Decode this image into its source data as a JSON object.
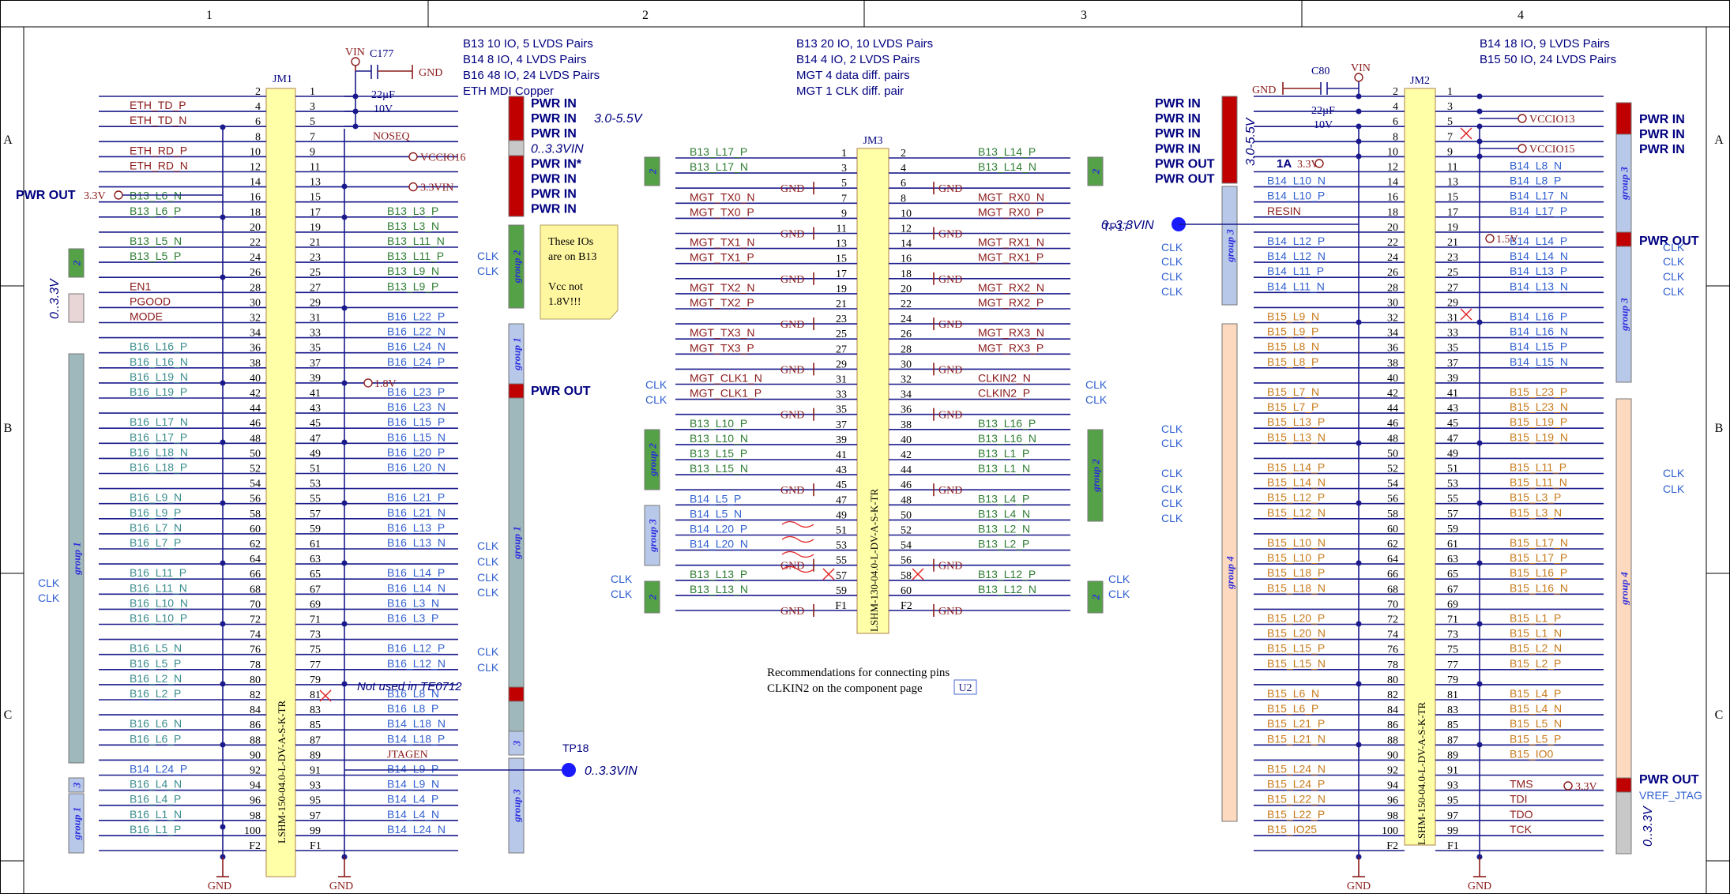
{
  "frame": {
    "columns": [
      "1",
      "2",
      "3",
      "4"
    ],
    "rows": [
      "A",
      "B",
      "C"
    ]
  },
  "colors": {
    "wire": "#1a1a8c",
    "pinNum": "#000000",
    "netRed": "#8b1a1a",
    "netBlue": "#2f5fd0",
    "netTeal": "#3a8c8c",
    "netGreen": "#2e7d32",
    "netOrange": "#c87a1a",
    "power": "#000080",
    "connFill": "#ffffa8",
    "connStroke": "#b0824a",
    "groupGreen": "#55a147",
    "groupBlue": "#b8c8e8",
    "groupGray": "#9fb8bc",
    "groupPeach": "#fcd9bf",
    "groupPink": "#e8d5d5",
    "pwrRed": "#c00000",
    "pwrGray": "#c8c8c8"
  },
  "notes": {
    "jm1_info": [
      "B13 10 IO, 5 LVDS Pairs",
      "B14 8 IO, 4 LVDS Pairs",
      "B16 48 IO, 24 LVDS Pairs",
      "ETH MDI Copper"
    ],
    "jm3_info": [
      "B13 20 IO, 10 LVDS Pairs",
      "B14 4 IO, 2 LVDS Pairs",
      "MGT 4 data diff. pairs",
      "MGT 1 CLK diff. pair"
    ],
    "jm2_info": [
      "B14 18 IO, 9 LVDS Pairs",
      "B15 50 IO, 24 LVDS Pairs"
    ],
    "sticky": [
      "These IOs",
      "are on B13",
      "",
      "Vcc not",
      "1.8V!!!"
    ],
    "recommend": [
      "Recommendations for connecting pins",
      "CLKIN2 on the component page"
    ],
    "recommend_ref": "U2",
    "not_used": "Not used in TE0712",
    "tp17": "TP17",
    "tp18": "TP18"
  },
  "jm1": {
    "ref": "JM1",
    "part": "LSHM-150-04.0-L-DV-A-S-K-TR",
    "rows": [
      {
        "l": "",
        "e": "2",
        "o": "1",
        "r": ""
      },
      {
        "l": "ETH_TD_P",
        "e": "4",
        "o": "3",
        "r": ""
      },
      {
        "l": "ETH_TD_N",
        "e": "6",
        "o": "5",
        "r": ""
      },
      {
        "l": "",
        "e": "8",
        "o": "7",
        "r": "NOSEQ"
      },
      {
        "l": "ETH_RD_P",
        "e": "10",
        "o": "9",
        "r": "VCCIO16"
      },
      {
        "l": "ETH_RD_N",
        "e": "12",
        "o": "11",
        "r": ""
      },
      {
        "l": "",
        "e": "14",
        "o": "13",
        "r": "3.3VIN"
      },
      {
        "l": "B13_L6_N",
        "e": "16",
        "o": "15",
        "r": ""
      },
      {
        "l": "B13_L6_P",
        "e": "18",
        "o": "17",
        "r": "B13_L3_P"
      },
      {
        "l": "",
        "e": "20",
        "o": "19",
        "r": "B13_L3_N"
      },
      {
        "l": "B13_L5_N",
        "e": "22",
        "o": "21",
        "r": "B13_L11_N"
      },
      {
        "l": "B13_L5_P",
        "e": "24",
        "o": "23",
        "r": "B13_L11_P"
      },
      {
        "l": "",
        "e": "26",
        "o": "25",
        "r": "B13_L9_N"
      },
      {
        "l": "EN1",
        "e": "28",
        "o": "27",
        "r": "B13_L9_P"
      },
      {
        "l": "PGOOD",
        "e": "30",
        "o": "29",
        "r": ""
      },
      {
        "l": "MODE",
        "e": "32",
        "o": "31",
        "r": "B16_L22_P"
      },
      {
        "l": "",
        "e": "34",
        "o": "33",
        "r": "B16_L22_N"
      },
      {
        "l": "B16_L16_P",
        "e": "36",
        "o": "35",
        "r": "B16_L24_N"
      },
      {
        "l": "B16_L16_N",
        "e": "38",
        "o": "37",
        "r": "B16_L24_P"
      },
      {
        "l": "B16_L19_N",
        "e": "40",
        "o": "39",
        "r": "1.8V"
      },
      {
        "l": "B16_L19_P",
        "e": "42",
        "o": "41",
        "r": "B16_L23_P"
      },
      {
        "l": "",
        "e": "44",
        "o": "43",
        "r": "B16_L23_N"
      },
      {
        "l": "B16_L17_N",
        "e": "46",
        "o": "45",
        "r": "B16_L15_P"
      },
      {
        "l": "B16_L17_P",
        "e": "48",
        "o": "47",
        "r": "B16_L15_N"
      },
      {
        "l": "B16_L18_N",
        "e": "50",
        "o": "49",
        "r": "B16_L20_P"
      },
      {
        "l": "B16_L18_P",
        "e": "52",
        "o": "51",
        "r": "B16_L20_N"
      },
      {
        "l": "",
        "e": "54",
        "o": "53",
        "r": ""
      },
      {
        "l": "B16_L9_N",
        "e": "56",
        "o": "55",
        "r": "B16_L21_P"
      },
      {
        "l": "B16_L9_P",
        "e": "58",
        "o": "57",
        "r": "B16_L21_N"
      },
      {
        "l": "B16_L7_N",
        "e": "60",
        "o": "59",
        "r": "B16_L13_P"
      },
      {
        "l": "B16_L7_P",
        "e": "62",
        "o": "61",
        "r": "B16_L13_N"
      },
      {
        "l": "",
        "e": "64",
        "o": "63",
        "r": ""
      },
      {
        "l": "B16_L11_P",
        "e": "66",
        "o": "65",
        "r": "B16_L14_P"
      },
      {
        "l": "B16_L11_N",
        "e": "68",
        "o": "67",
        "r": "B16_L14_N"
      },
      {
        "l": "B16_L10_N",
        "e": "70",
        "o": "69",
        "r": "B16_L3_N"
      },
      {
        "l": "B16_L10_P",
        "e": "72",
        "o": "71",
        "r": "B16_L3_P"
      },
      {
        "l": "",
        "e": "74",
        "o": "73",
        "r": ""
      },
      {
        "l": "B16_L5_N",
        "e": "76",
        "o": "75",
        "r": "B16_L12_P"
      },
      {
        "l": "B16_L5_P",
        "e": "78",
        "o": "77",
        "r": "B16_L12_N"
      },
      {
        "l": "B16_L2_N",
        "e": "80",
        "o": "79",
        "r": ""
      },
      {
        "l": "B16_L2_P",
        "e": "82",
        "o": "81",
        "r": "B16_L8_N"
      },
      {
        "l": "",
        "e": "84",
        "o": "83",
        "r": "B16_L8_P"
      },
      {
        "l": "B16_L6_N",
        "e": "86",
        "o": "85",
        "r": "B14_L18_N"
      },
      {
        "l": "B16_L6_P",
        "e": "88",
        "o": "87",
        "r": "B14_L18_P"
      },
      {
        "l": "",
        "e": "90",
        "o": "89",
        "r": "JTAGEN"
      },
      {
        "l": "B14_L24_P",
        "e": "92",
        "o": "91",
        "r": "B14_L9_P"
      },
      {
        "l": "B16_L4_N",
        "e": "94",
        "o": "93",
        "r": "B14_L9_N"
      },
      {
        "l": "B16_L4_P",
        "e": "96",
        "o": "95",
        "r": "B14_L4_P"
      },
      {
        "l": "B16_L1_N",
        "e": "98",
        "o": "97",
        "r": "B14_L4_N"
      },
      {
        "l": "B16_L1_P",
        "e": "100",
        "o": "99",
        "r": "B14_L24_N"
      },
      {
        "l": "",
        "e": "F2",
        "o": "F1",
        "r": ""
      }
    ]
  },
  "jm3": {
    "ref": "JM3",
    "part": "LSHM-130-04.0-L-DV-A-S-K-TR",
    "rows": [
      {
        "l": "B13_L17_P",
        "a": "1",
        "b": "2",
        "r": "B13_L14_P"
      },
      {
        "l": "B13_L17_N",
        "a": "3",
        "b": "4",
        "r": "B13_L14_N"
      },
      {
        "l": "",
        "a": "5",
        "b": "6",
        "r": ""
      },
      {
        "l": "MGT_TX0_N",
        "a": "7",
        "b": "8",
        "r": "MGT_RX0_N"
      },
      {
        "l": "MGT_TX0_P",
        "a": "9",
        "b": "10",
        "r": "MGT_RX0_P"
      },
      {
        "l": "",
        "a": "11",
        "b": "12",
        "r": ""
      },
      {
        "l": "MGT_TX1_N",
        "a": "13",
        "b": "14",
        "r": "MGT_RX1_N"
      },
      {
        "l": "MGT_TX1_P",
        "a": "15",
        "b": "16",
        "r": "MGT_RX1_P"
      },
      {
        "l": "",
        "a": "17",
        "b": "18",
        "r": ""
      },
      {
        "l": "MGT_TX2_N",
        "a": "19",
        "b": "20",
        "r": "MGT_RX2_N"
      },
      {
        "l": "MGT_TX2_P",
        "a": "21",
        "b": "22",
        "r": "MGT_RX2_P"
      },
      {
        "l": "",
        "a": "23",
        "b": "24",
        "r": ""
      },
      {
        "l": "MGT_TX3_N",
        "a": "25",
        "b": "26",
        "r": "MGT_RX3_N"
      },
      {
        "l": "MGT_TX3_P",
        "a": "27",
        "b": "28",
        "r": "MGT_RX3_P"
      },
      {
        "l": "",
        "a": "29",
        "b": "30",
        "r": ""
      },
      {
        "l": "MGT_CLK1_N",
        "a": "31",
        "b": "32",
        "r": "CLKIN2_N"
      },
      {
        "l": "MGT_CLK1_P",
        "a": "33",
        "b": "34",
        "r": "CLKIN2_P"
      },
      {
        "l": "",
        "a": "35",
        "b": "36",
        "r": ""
      },
      {
        "l": "B13_L10_P",
        "a": "37",
        "b": "38",
        "r": "B13_L16_P"
      },
      {
        "l": "B13_L10_N",
        "a": "39",
        "b": "40",
        "r": "B13_L16_N"
      },
      {
        "l": "B13_L15_P",
        "a": "41",
        "b": "42",
        "r": "B13_L1_P"
      },
      {
        "l": "B13_L15_N",
        "a": "43",
        "b": "44",
        "r": "B13_L1_N"
      },
      {
        "l": "",
        "a": "45",
        "b": "46",
        "r": ""
      },
      {
        "l": "B14_L5_P",
        "a": "47",
        "b": "48",
        "r": "B13_L4_P"
      },
      {
        "l": "B14_L5_N",
        "a": "49",
        "b": "50",
        "r": "B13_L4_N"
      },
      {
        "l": "B14_L20_P",
        "a": "51",
        "b": "52",
        "r": "B13_L2_N"
      },
      {
        "l": "B14_L20_N",
        "a": "53",
        "b": "54",
        "r": "B13_L2_P"
      },
      {
        "l": "",
        "a": "55",
        "b": "56",
        "r": ""
      },
      {
        "l": "B13_L13_P",
        "a": "57",
        "b": "58",
        "r": "B13_L12_P"
      },
      {
        "l": "B13_L13_N",
        "a": "59",
        "b": "60",
        "r": "B13_L12_N"
      },
      {
        "l": "",
        "a": "F1",
        "b": "F2",
        "r": ""
      }
    ]
  },
  "jm2": {
    "ref": "JM2",
    "part": "LSHM-150-04.0-L-DV-A-S-K-TR",
    "rows": [
      {
        "l": "",
        "e": "2",
        "o": "1",
        "r": ""
      },
      {
        "l": "",
        "e": "4",
        "o": "3",
        "r": "VCCIO13"
      },
      {
        "l": "",
        "e": "6",
        "o": "5",
        "r": ""
      },
      {
        "l": "",
        "e": "8",
        "o": "7",
        "r": "VCCIO15"
      },
      {
        "l": "3.3V",
        "e": "10",
        "o": "9",
        "r": ""
      },
      {
        "l": "",
        "e": "12",
        "o": "11",
        "r": "B14_L8_N"
      },
      {
        "l": "B14_L10_N",
        "e": "14",
        "o": "13",
        "r": "B14_L8_P"
      },
      {
        "l": "B14_L10_P",
        "e": "16",
        "o": "15",
        "r": "B14_L17_N"
      },
      {
        "l": "RESIN",
        "e": "18",
        "o": "17",
        "r": "B14_L17_P"
      },
      {
        "l": "",
        "e": "20",
        "o": "19",
        "r": "1.5V"
      },
      {
        "l": "B14_L12_P",
        "e": "22",
        "o": "21",
        "r": "B14_L14_P"
      },
      {
        "l": "B14_L12_N",
        "e": "24",
        "o": "23",
        "r": "B14_L14_N"
      },
      {
        "l": "B14_L11_P",
        "e": "26",
        "o": "25",
        "r": "B14_L13_P"
      },
      {
        "l": "B14_L11_N",
        "e": "28",
        "o": "27",
        "r": "B14_L13_N"
      },
      {
        "l": "",
        "e": "30",
        "o": "29",
        "r": ""
      },
      {
        "l": "B15_L9_N",
        "e": "32",
        "o": "31",
        "r": "B14_L16_P"
      },
      {
        "l": "B15_L9_P",
        "e": "34",
        "o": "33",
        "r": "B14_L16_N"
      },
      {
        "l": "B15_L8_N",
        "e": "36",
        "o": "35",
        "r": "B14_L15_P"
      },
      {
        "l": "B15_L8_P",
        "e": "38",
        "o": "37",
        "r": "B14_L15_N"
      },
      {
        "l": "",
        "e": "40",
        "o": "39",
        "r": ""
      },
      {
        "l": "B15_L7_N",
        "e": "42",
        "o": "41",
        "r": "B15_L23_P"
      },
      {
        "l": "B15_L7_P",
        "e": "44",
        "o": "43",
        "r": "B15_L23_N"
      },
      {
        "l": "B15_L13_P",
        "e": "46",
        "o": "45",
        "r": "B15_L19_P"
      },
      {
        "l": "B15_L13_N",
        "e": "48",
        "o": "47",
        "r": "B15_L19_N"
      },
      {
        "l": "",
        "e": "50",
        "o": "49",
        "r": ""
      },
      {
        "l": "B15_L14_P",
        "e": "52",
        "o": "51",
        "r": "B15_L11_P"
      },
      {
        "l": "B15_L14_N",
        "e": "54",
        "o": "53",
        "r": "B15_L11_N"
      },
      {
        "l": "B15_L12_P",
        "e": "56",
        "o": "55",
        "r": "B15_L3_P"
      },
      {
        "l": "B15_L12_N",
        "e": "58",
        "o": "57",
        "r": "B15_L3_N"
      },
      {
        "l": "",
        "e": "60",
        "o": "59",
        "r": ""
      },
      {
        "l": "B15_L10_N",
        "e": "62",
        "o": "61",
        "r": "B15_L17_N"
      },
      {
        "l": "B15_L10_P",
        "e": "64",
        "o": "63",
        "r": "B15_L17_P"
      },
      {
        "l": "B15_L18_P",
        "e": "66",
        "o": "65",
        "r": "B15_L16_P"
      },
      {
        "l": "B15_L18_N",
        "e": "68",
        "o": "67",
        "r": "B15_L16_N"
      },
      {
        "l": "",
        "e": "70",
        "o": "69",
        "r": ""
      },
      {
        "l": "B15_L20_P",
        "e": "72",
        "o": "71",
        "r": "B15_L1_P"
      },
      {
        "l": "B15_L20_N",
        "e": "74",
        "o": "73",
        "r": "B15_L1_N"
      },
      {
        "l": "B15_L15_P",
        "e": "76",
        "o": "75",
        "r": "B15_L2_N"
      },
      {
        "l": "B15_L15_N",
        "e": "78",
        "o": "77",
        "r": "B15_L2_P"
      },
      {
        "l": "",
        "e": "80",
        "o": "79",
        "r": ""
      },
      {
        "l": "B15_L6_N",
        "e": "82",
        "o": "81",
        "r": "B15_L4_P"
      },
      {
        "l": "B15_L6_P",
        "e": "84",
        "o": "83",
        "r": "B15_L4_N"
      },
      {
        "l": "B15_L21_P",
        "e": "86",
        "o": "85",
        "r": "B15_L5_N"
      },
      {
        "l": "B15_L21_N",
        "e": "88",
        "o": "87",
        "r": "B15_L5_P"
      },
      {
        "l": "",
        "e": "90",
        "o": "89",
        "r": "B15_IO0"
      },
      {
        "l": "B15_L24_N",
        "e": "92",
        "o": "91",
        "r": "3.3V"
      },
      {
        "l": "B15_L24_P",
        "e": "94",
        "o": "93",
        "r": "TMS"
      },
      {
        "l": "B15_L22_N",
        "e": "96",
        "o": "95",
        "r": "TDI"
      },
      {
        "l": "B15_L22_P",
        "e": "98",
        "o": "97",
        "r": "TDO"
      },
      {
        "l": "B15_IO25",
        "e": "100",
        "o": "99",
        "r": "TCK"
      },
      {
        "l": "",
        "e": "F2",
        "o": "F1",
        "r": ""
      }
    ]
  },
  "labels": {
    "pwr_in": "PWR IN",
    "pwr_in_star": "PWR IN*",
    "pwr_out": "PWR OUT",
    "v3_5v": "3.0-5.5V",
    "v0_33": "0..3.3VIN",
    "v0_33_italic": "0..3.3VIN",
    "v0_33v": "0..3.3V",
    "group1": "group 1",
    "group2": "group 2",
    "group3": "group 3",
    "group4": "group 4",
    "g2": "2",
    "g3": "3",
    "clk": "CLK",
    "gnd": "GND",
    "vin": "VIN",
    "v33": "3.3V",
    "one_a": "1A",
    "c177": "C177",
    "c80": "C80",
    "cap_val": "22µF",
    "cap_v": "10V",
    "vref": "VREF_JTAG"
  }
}
